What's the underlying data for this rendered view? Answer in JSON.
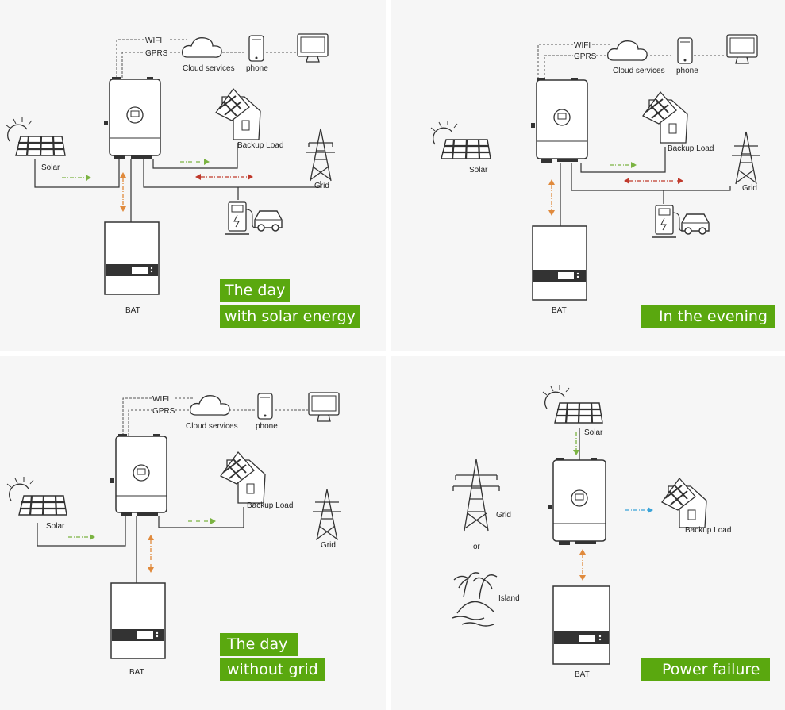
{
  "labels": {
    "wifi": "WIFI",
    "gprs": "GPRS",
    "cloud": "Cloud services",
    "phone": "phone",
    "solar": "Solar",
    "backup": "Backup Load",
    "grid": "Grid",
    "bat": "BAT",
    "or": "or",
    "island": "Island"
  },
  "panels": [
    {
      "title_lines": [
        "The day",
        "with solar energy"
      ]
    },
    {
      "title_lines": [
        "In the evening"
      ]
    },
    {
      "title_lines": [
        "The day",
        "without grid"
      ]
    },
    {
      "title_lines": [
        "Power failure"
      ]
    }
  ],
  "colors": {
    "panel_bg": "#f6f6f6",
    "title_bg": "#5aa80f",
    "solar_flow": "#7bb342",
    "battery_flow": "#e08a3c",
    "grid_flow": "#c0392b",
    "load_flow": "#3aa3d8",
    "line": "#333333"
  },
  "icons": [
    "inverter-icon",
    "battery-icon",
    "solar-panel-icon",
    "house-icon",
    "grid-tower-icon",
    "cloud-icon",
    "phone-icon",
    "monitor-icon",
    "ev-charger-icon",
    "car-icon",
    "island-icon",
    "sun-icon"
  ]
}
